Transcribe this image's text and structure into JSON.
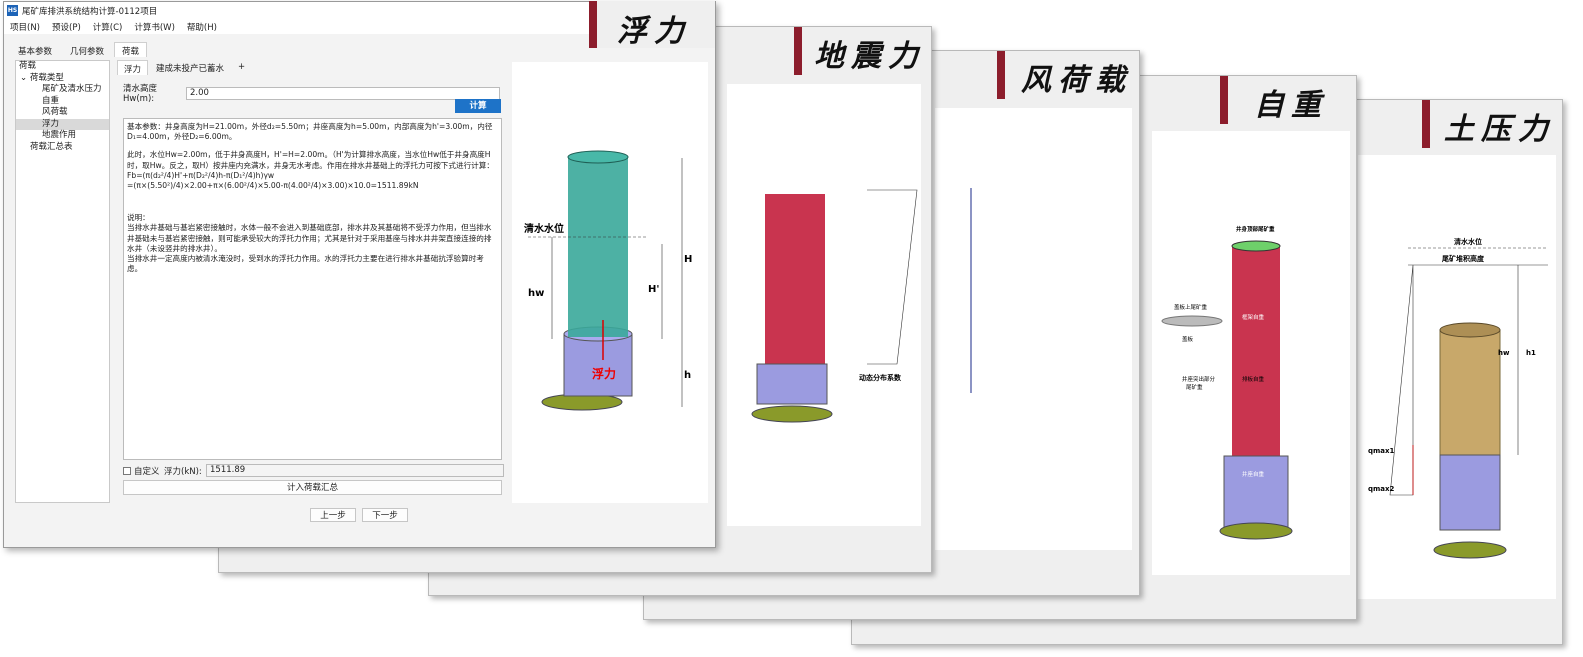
{
  "cards": {
    "earthquake": {
      "title": "地震力",
      "panel_label": "动态分布系数"
    },
    "wind": {
      "title": "风荷载"
    },
    "selfweight": {
      "title": "自重",
      "label_top": "井身顶部尾矿重",
      "label_slab": "盖板上尾矿重",
      "label_slab2": "盖板",
      "label_mid": "框架自重",
      "label_bottom1": "井座突出部分",
      "label_bottom2": "尾矿重",
      "label_base": "井座自重",
      "label_frame": "排板自重"
    },
    "earth": {
      "title": "土压力",
      "label_water": "清水水位",
      "label_tail": "尾矿堆积高度",
      "label_hw": "hw",
      "label_h1": "h1",
      "label_q1": "qmax1",
      "label_q2": "qmax2"
    }
  },
  "buoyancy_title": "浮力",
  "app": {
    "window_title": "尾矿库排洪系统结构计算-0112项目",
    "icon_text": "HS",
    "menu": [
      "项目(N)",
      "预设(P)",
      "计算(C)",
      "计算书(W)",
      "帮助(H)"
    ],
    "main_tabs": [
      "基本参数",
      "几何参数",
      "荷载"
    ],
    "tree": {
      "root": "荷载",
      "group": "荷载类型",
      "items": [
        "尾矿及清水压力",
        "自重",
        "风荷载",
        "浮力",
        "地震作用"
      ],
      "summary": "荷载汇总表",
      "selected": "浮力"
    },
    "sub_tabs": [
      "浮力",
      "建成未投产已蓄水",
      "+"
    ],
    "water_height_label": "清水高度Hw(m):",
    "water_height_value": "2.00",
    "calc_button": "计算",
    "text": {
      "p1": "基本参数：井身高度为H=21.00m，外径d₂=5.50m；井座高度为h=5.00m，内部高度为h'=3.00m，内径D₁=4.00m，外径D₂=6.00m。",
      "p2": "此时，水位Hw=2.00m，低于井身高度H，H'=H=2.00m。（H'为计算排水高度，当水位Hw低于井身高度H时，取Hw。反之，取H）按井座内充满水，井身无水考虑。作用在排水井基础上的浮托力可按下式进行计算：",
      "p3": "Fb=(π(d₂²/4)H'+π(D₂²/4)h-π(D₁²/4)h)γw",
      "p4": "=(π×(5.50²)/4)×2.00+π×(6.00²/4)×5.00-π(4.00²/4)×3.00)×10.0=1511.89kN",
      "p5": "说明：",
      "p6": "当排水井基础与基岩紧密接触时，水体一般不会进入到基础底部，排水井及其基础将不受浮力作用，但当排水井基础未与基岩紧密接触，则可能承受较大的浮托力作用；尤其是针对于采用基座与排水井井架直接连接的排水井（未设竖井的排水井）。",
      "p7": "当排水井一定高度内被清水淹没时，受到水的浮托力作用。水的浮托力主要在进行排水井基础抗浮验算时考虑。"
    },
    "custom_label": "自定义",
    "buoyancy_label": "浮力(kN):",
    "buoyancy_value": "1511.89",
    "add_button": "计入荷载汇总",
    "prev_button": "上一步",
    "next_button": "下一步",
    "diagram": {
      "water_label": "清水水位",
      "hw": "hw",
      "H": "H",
      "Hp": "H'",
      "h": "h",
      "force": "浮力"
    }
  }
}
